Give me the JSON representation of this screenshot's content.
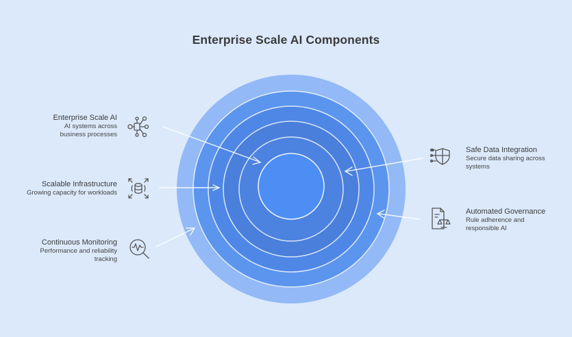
{
  "title": "Enterprise Scale AI Components",
  "colors": {
    "background": "#dbe9fb",
    "ring_1": "#93b9f6",
    "ring_2": "#5b95ee",
    "ring_3": "#4f87e6",
    "ring_4": "#4a7fdc",
    "core": "#4d8ef5",
    "ring_border": "#ffffff",
    "connector": "#ffffff",
    "icon": "#555555"
  },
  "components": [
    {
      "id": "enterprise-scale-ai",
      "heading": "Enterprise Scale AI",
      "description": "AI systems across business processes",
      "icon": "network-hub-icon"
    },
    {
      "id": "scalable-infrastructure",
      "heading": "Scalable Infrastructure",
      "description": "Growing capacity for workloads",
      "icon": "database-expand-icon"
    },
    {
      "id": "continuous-monitoring",
      "heading": "Continuous Monitoring",
      "description": "Performance and reliability tracking",
      "icon": "monitor-search-icon"
    },
    {
      "id": "safe-data-integration",
      "heading": "Safe Data Integration",
      "description": "Secure data sharing across systems",
      "icon": "shield-circuit-icon"
    },
    {
      "id": "automated-governance",
      "heading": "Automated Governance",
      "description": "Rule adherence and responsible AI",
      "icon": "document-scales-icon"
    }
  ]
}
